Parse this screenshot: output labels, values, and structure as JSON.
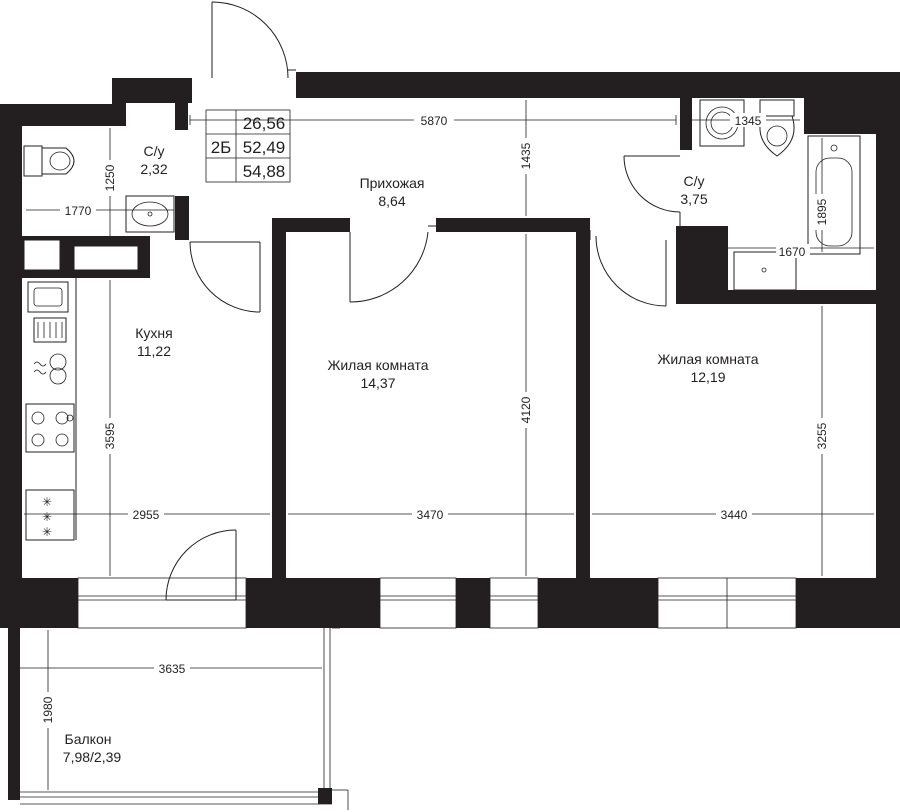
{
  "apartment": {
    "type_code": "2Б",
    "area_living": "26,56",
    "area_total": "52,49",
    "area_with_balcony": "54,88"
  },
  "rooms": {
    "bathroom_small": {
      "name": "С/у",
      "area": "2,32"
    },
    "hallway": {
      "name": "Прихожая",
      "area": "8,64"
    },
    "bathroom_large": {
      "name": "С/у",
      "area": "3,75"
    },
    "kitchen": {
      "name": "Кухня",
      "area": "11,22"
    },
    "living_room_1": {
      "name": "Жилая комната",
      "area": "14,37"
    },
    "living_room_2": {
      "name": "Жилая комната",
      "area": "12,19"
    },
    "balcony": {
      "name": "Балкон",
      "area": "7,98/2,39"
    }
  },
  "dimensions": {
    "hall_width": "5870",
    "hall_depth": "1435",
    "bath_small_height": "1250",
    "bath_small_width": "1770",
    "bath_large_width": "1345",
    "bath_large_depth": "1895",
    "bath_large_inner": "1670",
    "kitchen_width": "2955",
    "kitchen_depth": "3595",
    "room1_width": "3470",
    "room1_depth": "4120",
    "room2_width": "3440",
    "room2_depth": "3255",
    "balcony_width": "3635",
    "balcony_depth": "1980"
  }
}
